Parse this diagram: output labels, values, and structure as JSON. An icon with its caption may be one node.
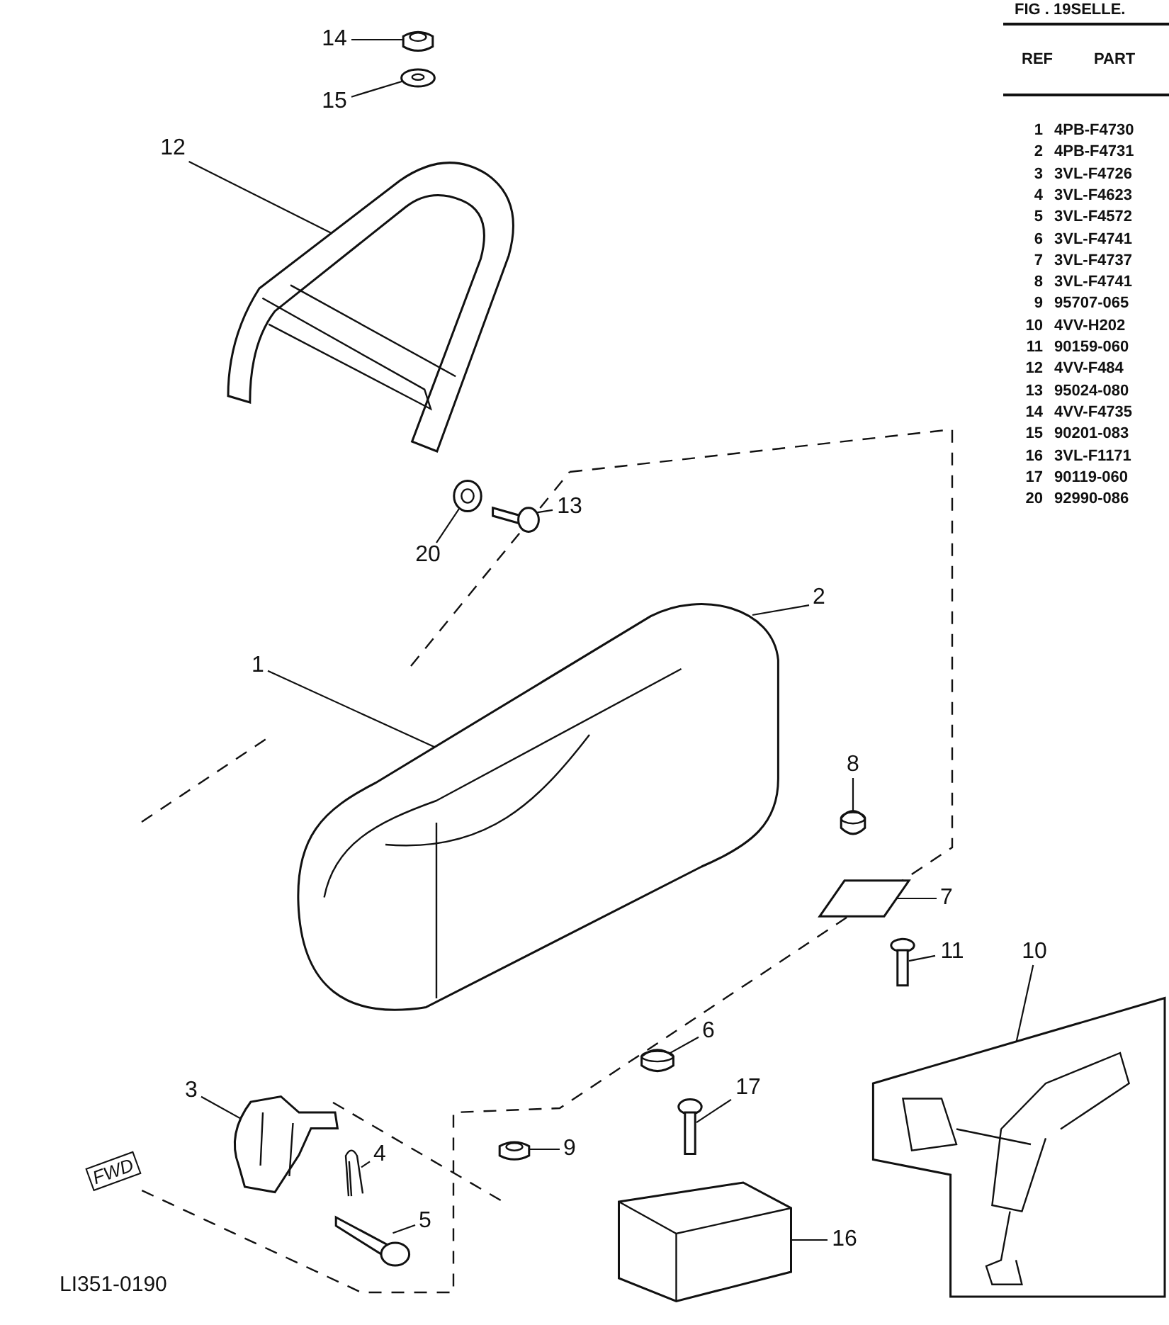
{
  "diagram": {
    "nodes": [
      {
        "text": [
          "14"
        ]
      },
      {
        "text": [
          "15"
        ]
      },
      {
        "text": [
          "12"
        ]
      },
      {
        "text": [
          "13"
        ]
      },
      {
        "text": [
          "20"
        ]
      },
      {
        "text": [
          "1"
        ]
      },
      {
        "text": [
          "2"
        ]
      },
      {
        "text": [
          "8"
        ]
      },
      {
        "text": [
          "7"
        ]
      },
      {
        "text": [
          "6"
        ]
      },
      {
        "text": [
          "10"
        ]
      },
      {
        "text": [
          "11"
        ]
      },
      {
        "text": [
          "3"
        ]
      },
      {
        "text": [
          "4"
        ]
      },
      {
        "text": [
          "17"
        ]
      },
      {
        "text": [
          "9"
        ]
      },
      {
        "text": [
          "16"
        ]
      },
      {
        "text": [
          "5"
        ]
      },
      {
        "text": [],
        "shape": "picture"
      },
      {
        "text": [],
        "shape": "picture"
      },
      {
        "text": [],
        "shape": "picture"
      },
      {
        "text": [],
        "shape": "picture"
      },
      {
        "text": [],
        "shape": "picture"
      },
      {
        "text": [],
        "shape": "picture"
      },
      {
        "text": [],
        "shape": "picture"
      },
      {
        "text": [],
        "shape": "picture"
      },
      {
        "text": [],
        "shape": "picture"
      },
      {
        "text": [],
        "shape": "picture"
      },
      {
        "text": [],
        "shape": "picture"
      },
      {
        "text": [],
        "shape": "picture"
      },
      {
        "text": [],
        "shape": "picture"
      },
      {
        "text": [],
        "shape": "picture"
      },
      {
        "text": [],
        "shape": "picture"
      },
      {
        "text": [],
        "shape": "picture"
      },
      {
        "text": [],
        "shape": "picture"
      }
    ],
    "edges": [
      {
        "from": 0,
        "to": 18,
        "arrow": "none"
      },
      {
        "from": 1,
        "to": 19,
        "arrow": "none"
      },
      {
        "from": 2,
        "to": 20,
        "arrow": "none"
      },
      {
        "from": 3,
        "to": 21,
        "arrow": "none"
      },
      {
        "from": 4,
        "to": 22,
        "arrow": "none"
      },
      {
        "from": 5,
        "to": 23,
        "arrow": "none"
      },
      {
        "from": 6,
        "to": 23,
        "arrow": "none"
      },
      {
        "from": 7,
        "to": 24,
        "arrow": "none"
      },
      {
        "from": 8,
        "to": 25,
        "arrow": "none"
      },
      {
        "from": 9,
        "to": 26,
        "arrow": "none"
      },
      {
        "from": 10,
        "to": 27,
        "arrow": "none"
      },
      {
        "from": 11,
        "to": 28,
        "arrow": "none"
      },
      {
        "from": 12,
        "to": 29,
        "arrow": "none"
      },
      {
        "from": 13,
        "to": 30,
        "arrow": "none"
      },
      {
        "from": 14,
        "to": 31,
        "arrow": "none"
      },
      {
        "from": 15,
        "to": 32,
        "arrow": "none"
      },
      {
        "from": 16,
        "to": 33,
        "arrow": "none"
      },
      {
        "from": 17,
        "to": 34,
        "arrow": "none"
      }
    ],
    "labels": [
      "FIG . 19SELLE.",
      "REF",
      "PART",
      "1",
      "4PB-F4730",
      "2",
      "4PB-F4731",
      "3",
      "3VL-F4726",
      "4",
      "3VL-F4623",
      "5",
      "3VL-F4572",
      "6",
      "3VL-F4741",
      "7",
      "3VL-F4737",
      "8",
      "3VL-F4741",
      "9",
      "95707-065",
      "10",
      "4VV-H202",
      "11",
      "90159-060",
      "12",
      "4VV-F484",
      "13",
      "95024-080",
      "14",
      "4VV-F4735",
      "15",
      "90201-083",
      "16",
      "3VL-F1171",
      "17",
      "90119-060",
      "20",
      "92990-086",
      "FWD",
      "LI351-0190"
    ]
  }
}
